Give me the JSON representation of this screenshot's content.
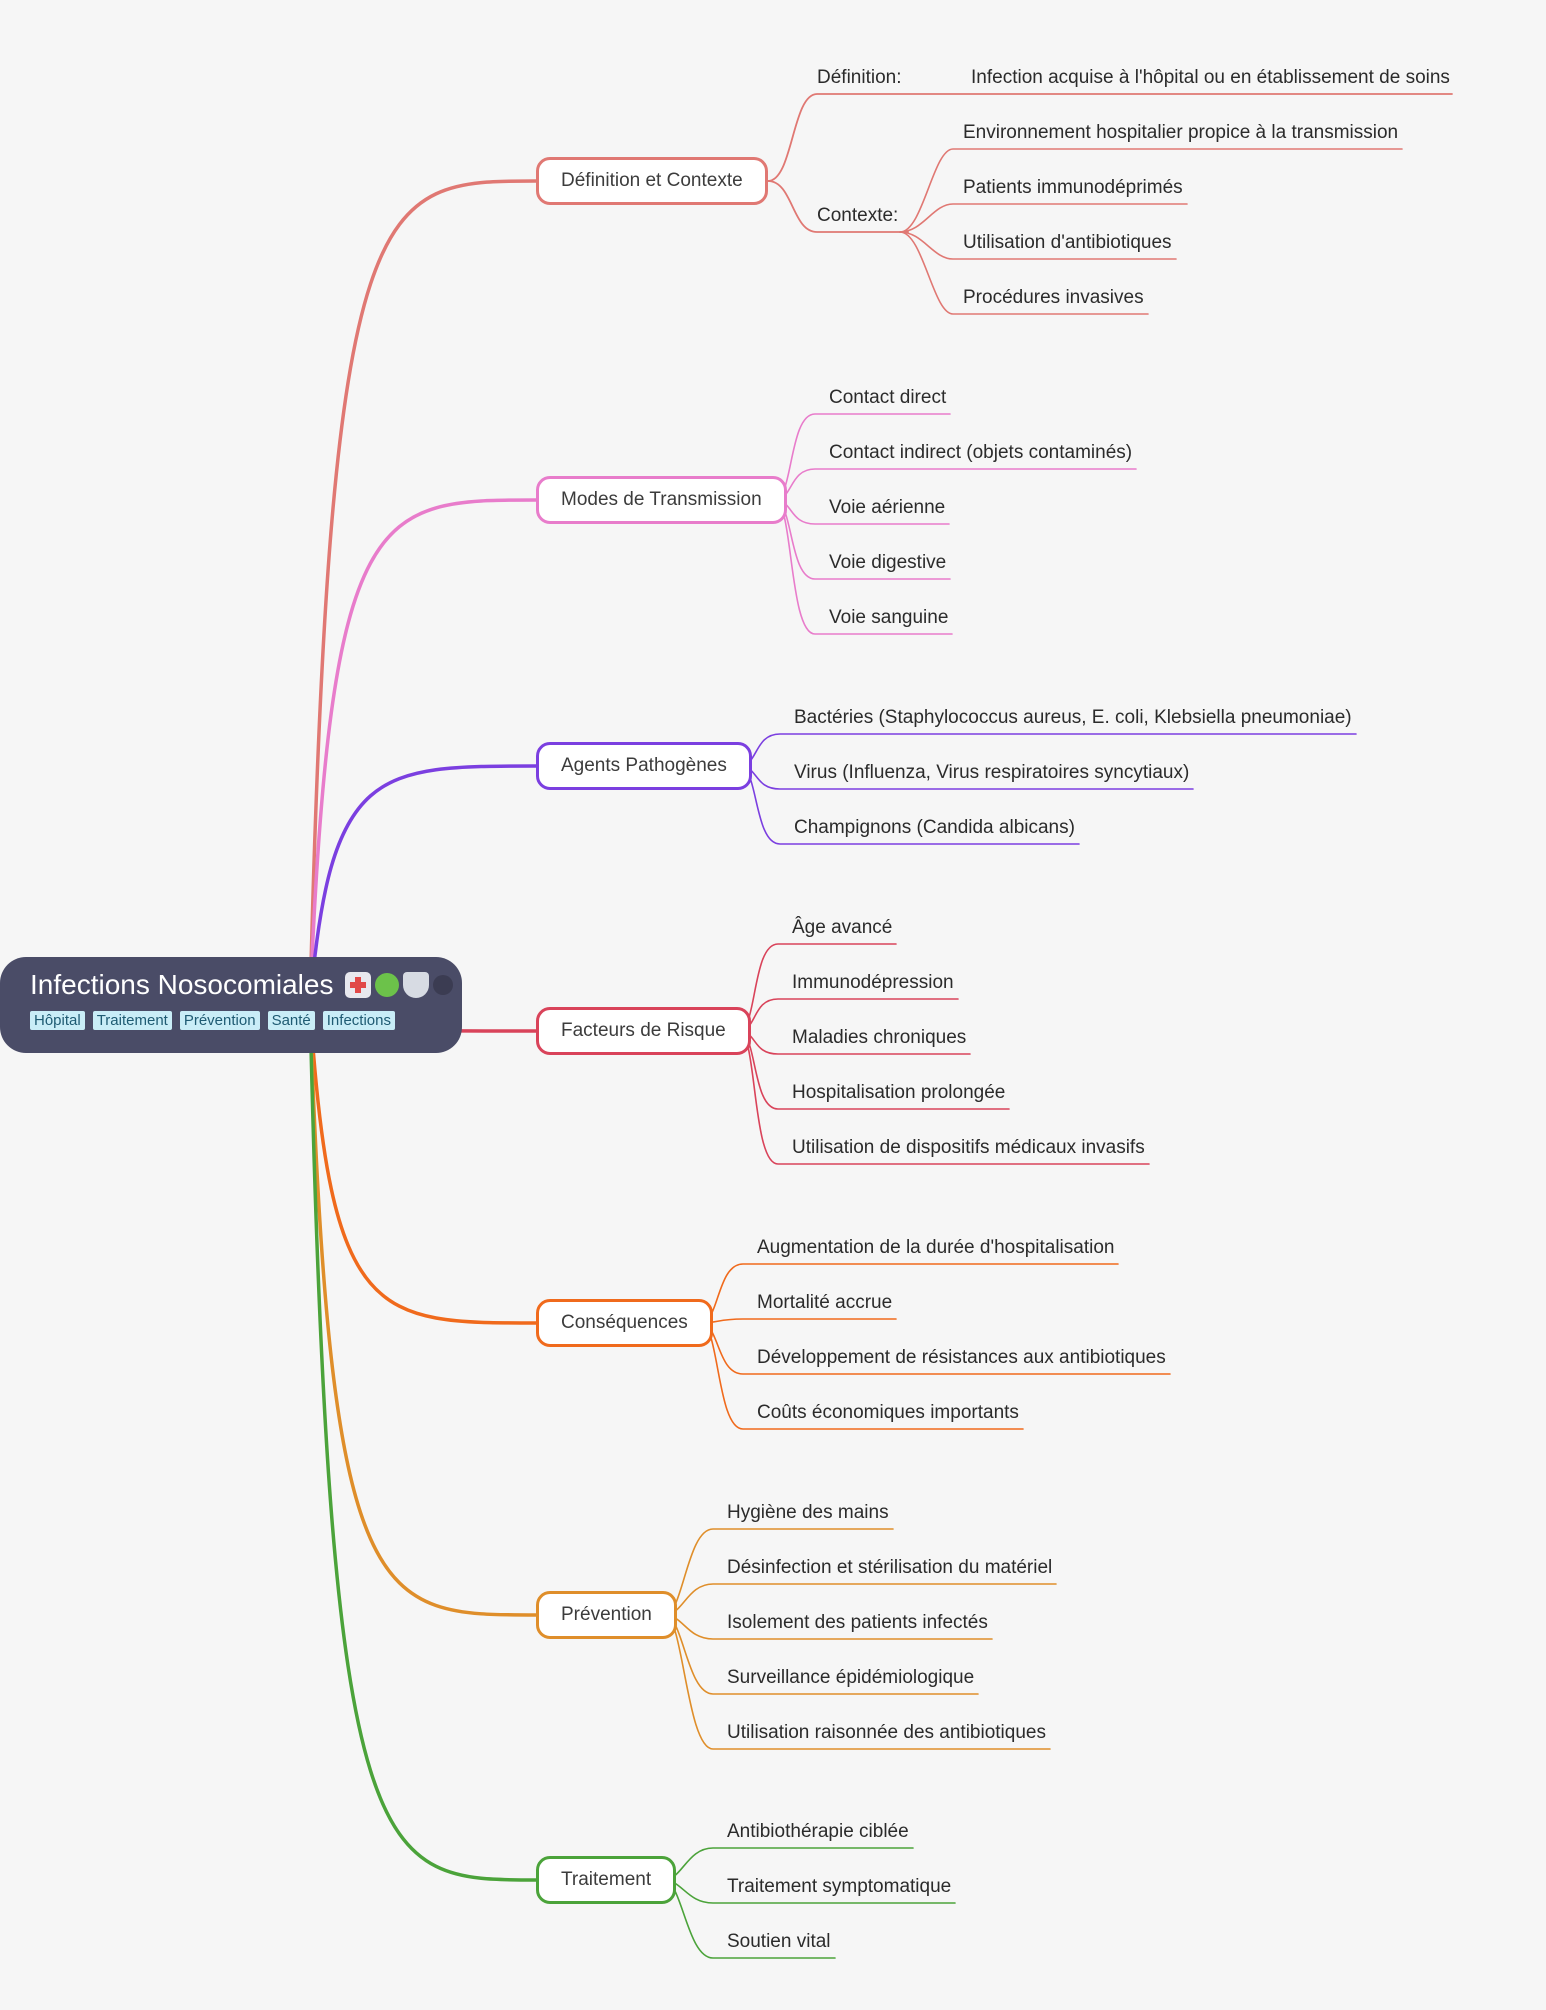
{
  "root": {
    "title": "Infections Nosocomiales",
    "icons": [
      "hospital-icon",
      "microbe-icon",
      "shield-icon",
      "medical-staff-icon"
    ],
    "tags": [
      "Hôpital",
      "Traitement",
      "Prévention",
      "Santé",
      "Infections"
    ]
  },
  "colors": {
    "root_bg": "#4a4c67",
    "definition": "#e07873",
    "transmission": "#e87ccb",
    "pathogens": "#7b3fe0",
    "risk": "#d9435a",
    "consequences": "#f06a1c",
    "prevention": "#df8e2a",
    "treatment": "#4ba33a",
    "tag_bg": "#c9edf7"
  },
  "branches": [
    {
      "label": "Définition et Contexte",
      "groups": [
        {
          "label": "Définition:",
          "leaves": [
            "Infection acquise à l'hôpital ou en établissement de soins"
          ]
        },
        {
          "label": "Contexte:",
          "leaves": [
            "Environnement hospitalier propice à la transmission",
            "Patients immunodéprimés",
            "Utilisation d'antibiotiques",
            "Procédures invasives"
          ]
        }
      ]
    },
    {
      "label": "Modes de Transmission",
      "leaves": [
        "Contact direct",
        "Contact indirect (objets contaminés)",
        "Voie aérienne",
        "Voie digestive",
        "Voie sanguine"
      ]
    },
    {
      "label": "Agents Pathogènes",
      "leaves": [
        "Bactéries (Staphylococcus aureus, E. coli, Klebsiella pneumoniae)",
        "Virus (Influenza, Virus respiratoires syncytiaux)",
        "Champignons (Candida albicans)"
      ]
    },
    {
      "label": "Facteurs de Risque",
      "leaves": [
        "Âge avancé",
        "Immunodépression",
        "Maladies chroniques",
        "Hospitalisation prolongée",
        "Utilisation de dispositifs médicaux invasifs"
      ]
    },
    {
      "label": "Conséquences",
      "leaves": [
        "Augmentation de la durée d'hospitalisation",
        "Mortalité accrue",
        "Développement de résistances aux antibiotiques",
        "Coûts économiques importants"
      ]
    },
    {
      "label": "Prévention",
      "leaves": [
        "Hygiène des mains",
        "Désinfection et stérilisation du matériel",
        "Isolement des patients infectés",
        "Surveillance épidémiologique",
        "Utilisation raisonnée des antibiotiques"
      ]
    },
    {
      "label": "Traitement",
      "leaves": [
        "Antibiothérapie ciblée",
        "Traitement symptomatique",
        "Soutien vital"
      ]
    }
  ]
}
